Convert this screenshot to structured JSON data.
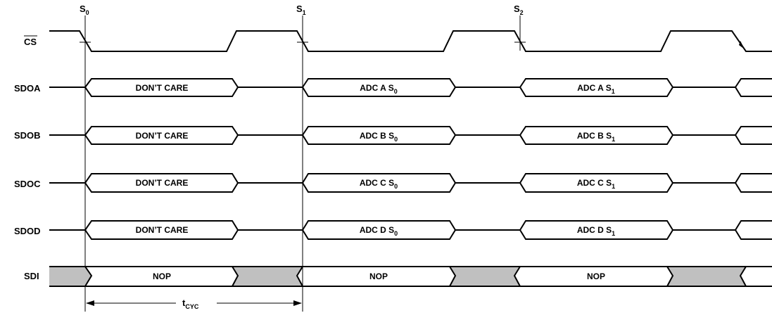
{
  "signals": {
    "cs": "CS",
    "sdoa": "SDOA",
    "sdob": "SDOB",
    "sdoc": "SDOC",
    "sdod": "SDOD",
    "sdi": "SDI"
  },
  "sample_points": [
    {
      "base": "S",
      "sub": "0"
    },
    {
      "base": "S",
      "sub": "1"
    },
    {
      "base": "S",
      "sub": "2"
    }
  ],
  "buses": {
    "sdoa": [
      {
        "base": "DON’T CARE",
        "sub": ""
      },
      {
        "base": "ADC A S",
        "sub": "0"
      },
      {
        "base": "ADC A S",
        "sub": "1"
      }
    ],
    "sdob": [
      {
        "base": "DON’T CARE",
        "sub": ""
      },
      {
        "base": "ADC B S",
        "sub": "0"
      },
      {
        "base": "ADC B S",
        "sub": "1"
      }
    ],
    "sdoc": [
      {
        "base": "DON’T CARE",
        "sub": ""
      },
      {
        "base": "ADC C S",
        "sub": "0"
      },
      {
        "base": "ADC C S",
        "sub": "1"
      }
    ],
    "sdod": [
      {
        "base": "DON’T CARE",
        "sub": ""
      },
      {
        "base": "ADC D S",
        "sub": "0"
      },
      {
        "base": "ADC D S",
        "sub": "1"
      }
    ],
    "sdi": [
      {
        "base": "NOP",
        "sub": ""
      },
      {
        "base": "NOP",
        "sub": ""
      },
      {
        "base": "NOP",
        "sub": ""
      }
    ]
  },
  "cycle_time": {
    "base": "t",
    "sub": "CYC"
  },
  "colors": {
    "line": "#000000",
    "sdi_fill": "#c0c0c0",
    "background": "#ffffff"
  }
}
